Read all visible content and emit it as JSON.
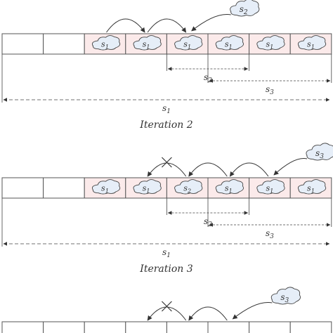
{
  "panels": [
    {
      "cells": [
        "",
        "",
        "s1",
        "s1",
        "s1",
        "s1",
        "s1",
        "s1"
      ],
      "incoming": {
        "label": "s2",
        "target": 4
      },
      "arcs": [
        [
          2,
          3
        ],
        [
          3,
          4
        ]
      ],
      "crossed": false,
      "spans": [
        {
          "label": "s2",
          "from": 4,
          "to": 5
        },
        {
          "label": "s3",
          "from": 5,
          "to": 7
        }
      ],
      "total_label": "s1",
      "caption": "Iteration 2"
    },
    {
      "cells": [
        "",
        "",
        "s1",
        "s1",
        "s2",
        "s1",
        "s1",
        "s1"
      ],
      "incoming": {
        "label": "s3",
        "target": 6
      },
      "arcs": [
        [
          3,
          4
        ],
        [
          4,
          5
        ],
        [
          5,
          6
        ]
      ],
      "crossed": true,
      "spans": [
        {
          "label": "s2",
          "from": 4,
          "to": 5
        },
        {
          "label": "s3",
          "from": 5,
          "to": 7
        }
      ],
      "total_label": "s1",
      "caption": "Iteration 3"
    },
    {
      "cells": [
        "",
        "",
        "",
        "",
        "",
        "",
        "",
        ""
      ],
      "incoming": {
        "label": "s3",
        "target": 5
      },
      "arcs": [
        [
          3,
          4
        ],
        [
          4,
          5
        ]
      ],
      "crossed": true,
      "spans": [],
      "total_label": "",
      "caption": ""
    }
  ]
}
